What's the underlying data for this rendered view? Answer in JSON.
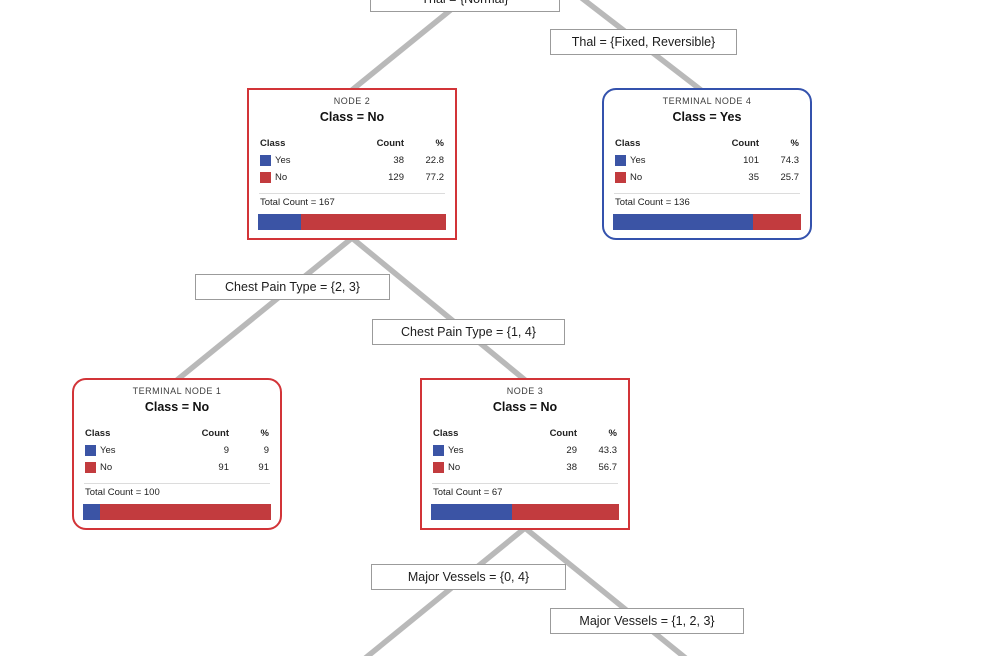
{
  "headers": {
    "class": "Class",
    "count": "Count",
    "pct": "%"
  },
  "edge_labels": [
    {
      "text": "Thal = {Normal}"
    },
    {
      "text": "Thal = {Fixed, Reversible}"
    },
    {
      "text": "Chest Pain Type = {2, 3}"
    },
    {
      "text": "Chest Pain Type = {1, 4}"
    },
    {
      "text": "Major Vessels = {0, 4}"
    },
    {
      "text": "Major Vessels = {1, 2, 3}"
    }
  ],
  "nodes": [
    {
      "title": "NODE 2",
      "class_label": "Class = No",
      "terminal": false,
      "rows": [
        {
          "label": "Yes",
          "count": "38",
          "pct": "22.8"
        },
        {
          "label": "No",
          "count": "129",
          "pct": "77.2"
        }
      ],
      "total_text": "Total Count = 167"
    },
    {
      "title": "TERMINAL NODE 4",
      "class_label": "Class = Yes",
      "terminal": true,
      "rows": [
        {
          "label": "Yes",
          "count": "101",
          "pct": "74.3"
        },
        {
          "label": "No",
          "count": "35",
          "pct": "25.7"
        }
      ],
      "total_text": "Total Count = 136"
    },
    {
      "title": "TERMINAL NODE 1",
      "class_label": "Class = No",
      "terminal": true,
      "rows": [
        {
          "label": "Yes",
          "count": "9",
          "pct": "9"
        },
        {
          "label": "No",
          "count": "91",
          "pct": "91"
        }
      ],
      "total_text": "Total Count = 100"
    },
    {
      "title": "NODE 3",
      "class_label": "Class = No",
      "terminal": false,
      "rows": [
        {
          "label": "Yes",
          "count": "29",
          "pct": "43.3"
        },
        {
          "label": "No",
          "count": "38",
          "pct": "56.7"
        }
      ],
      "total_text": "Total Count = 67"
    }
  ],
  "colors": {
    "yes_color": "#3b54a5",
    "no_color": "#c23b3e",
    "border_red": "#d23438",
    "border_blue": "#3452ad",
    "edge_line": "#b9b9b9",
    "label_border": "#9b9b9b"
  }
}
